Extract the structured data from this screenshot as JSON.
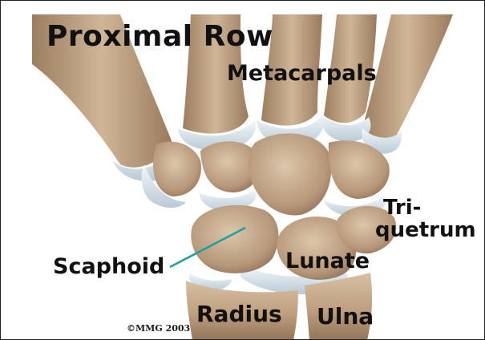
{
  "title": "Proximal Row",
  "labels": {
    "metacarpals": "Metacarpals",
    "triquetrum_line1": "Tri-",
    "triquetrum_line2": "quetrum",
    "scaphoid": "Scaphoid",
    "lunate": "Lunate",
    "radius": "Radius",
    "ulna": "Ulna"
  },
  "copyright": "©MMG 2003",
  "colors": {
    "bone": "#c4a98a",
    "bone_shadow": "#8f7358",
    "cartilage": "#dfe8ee",
    "leader_line": "#1aa0a0",
    "frame": "#000000"
  }
}
